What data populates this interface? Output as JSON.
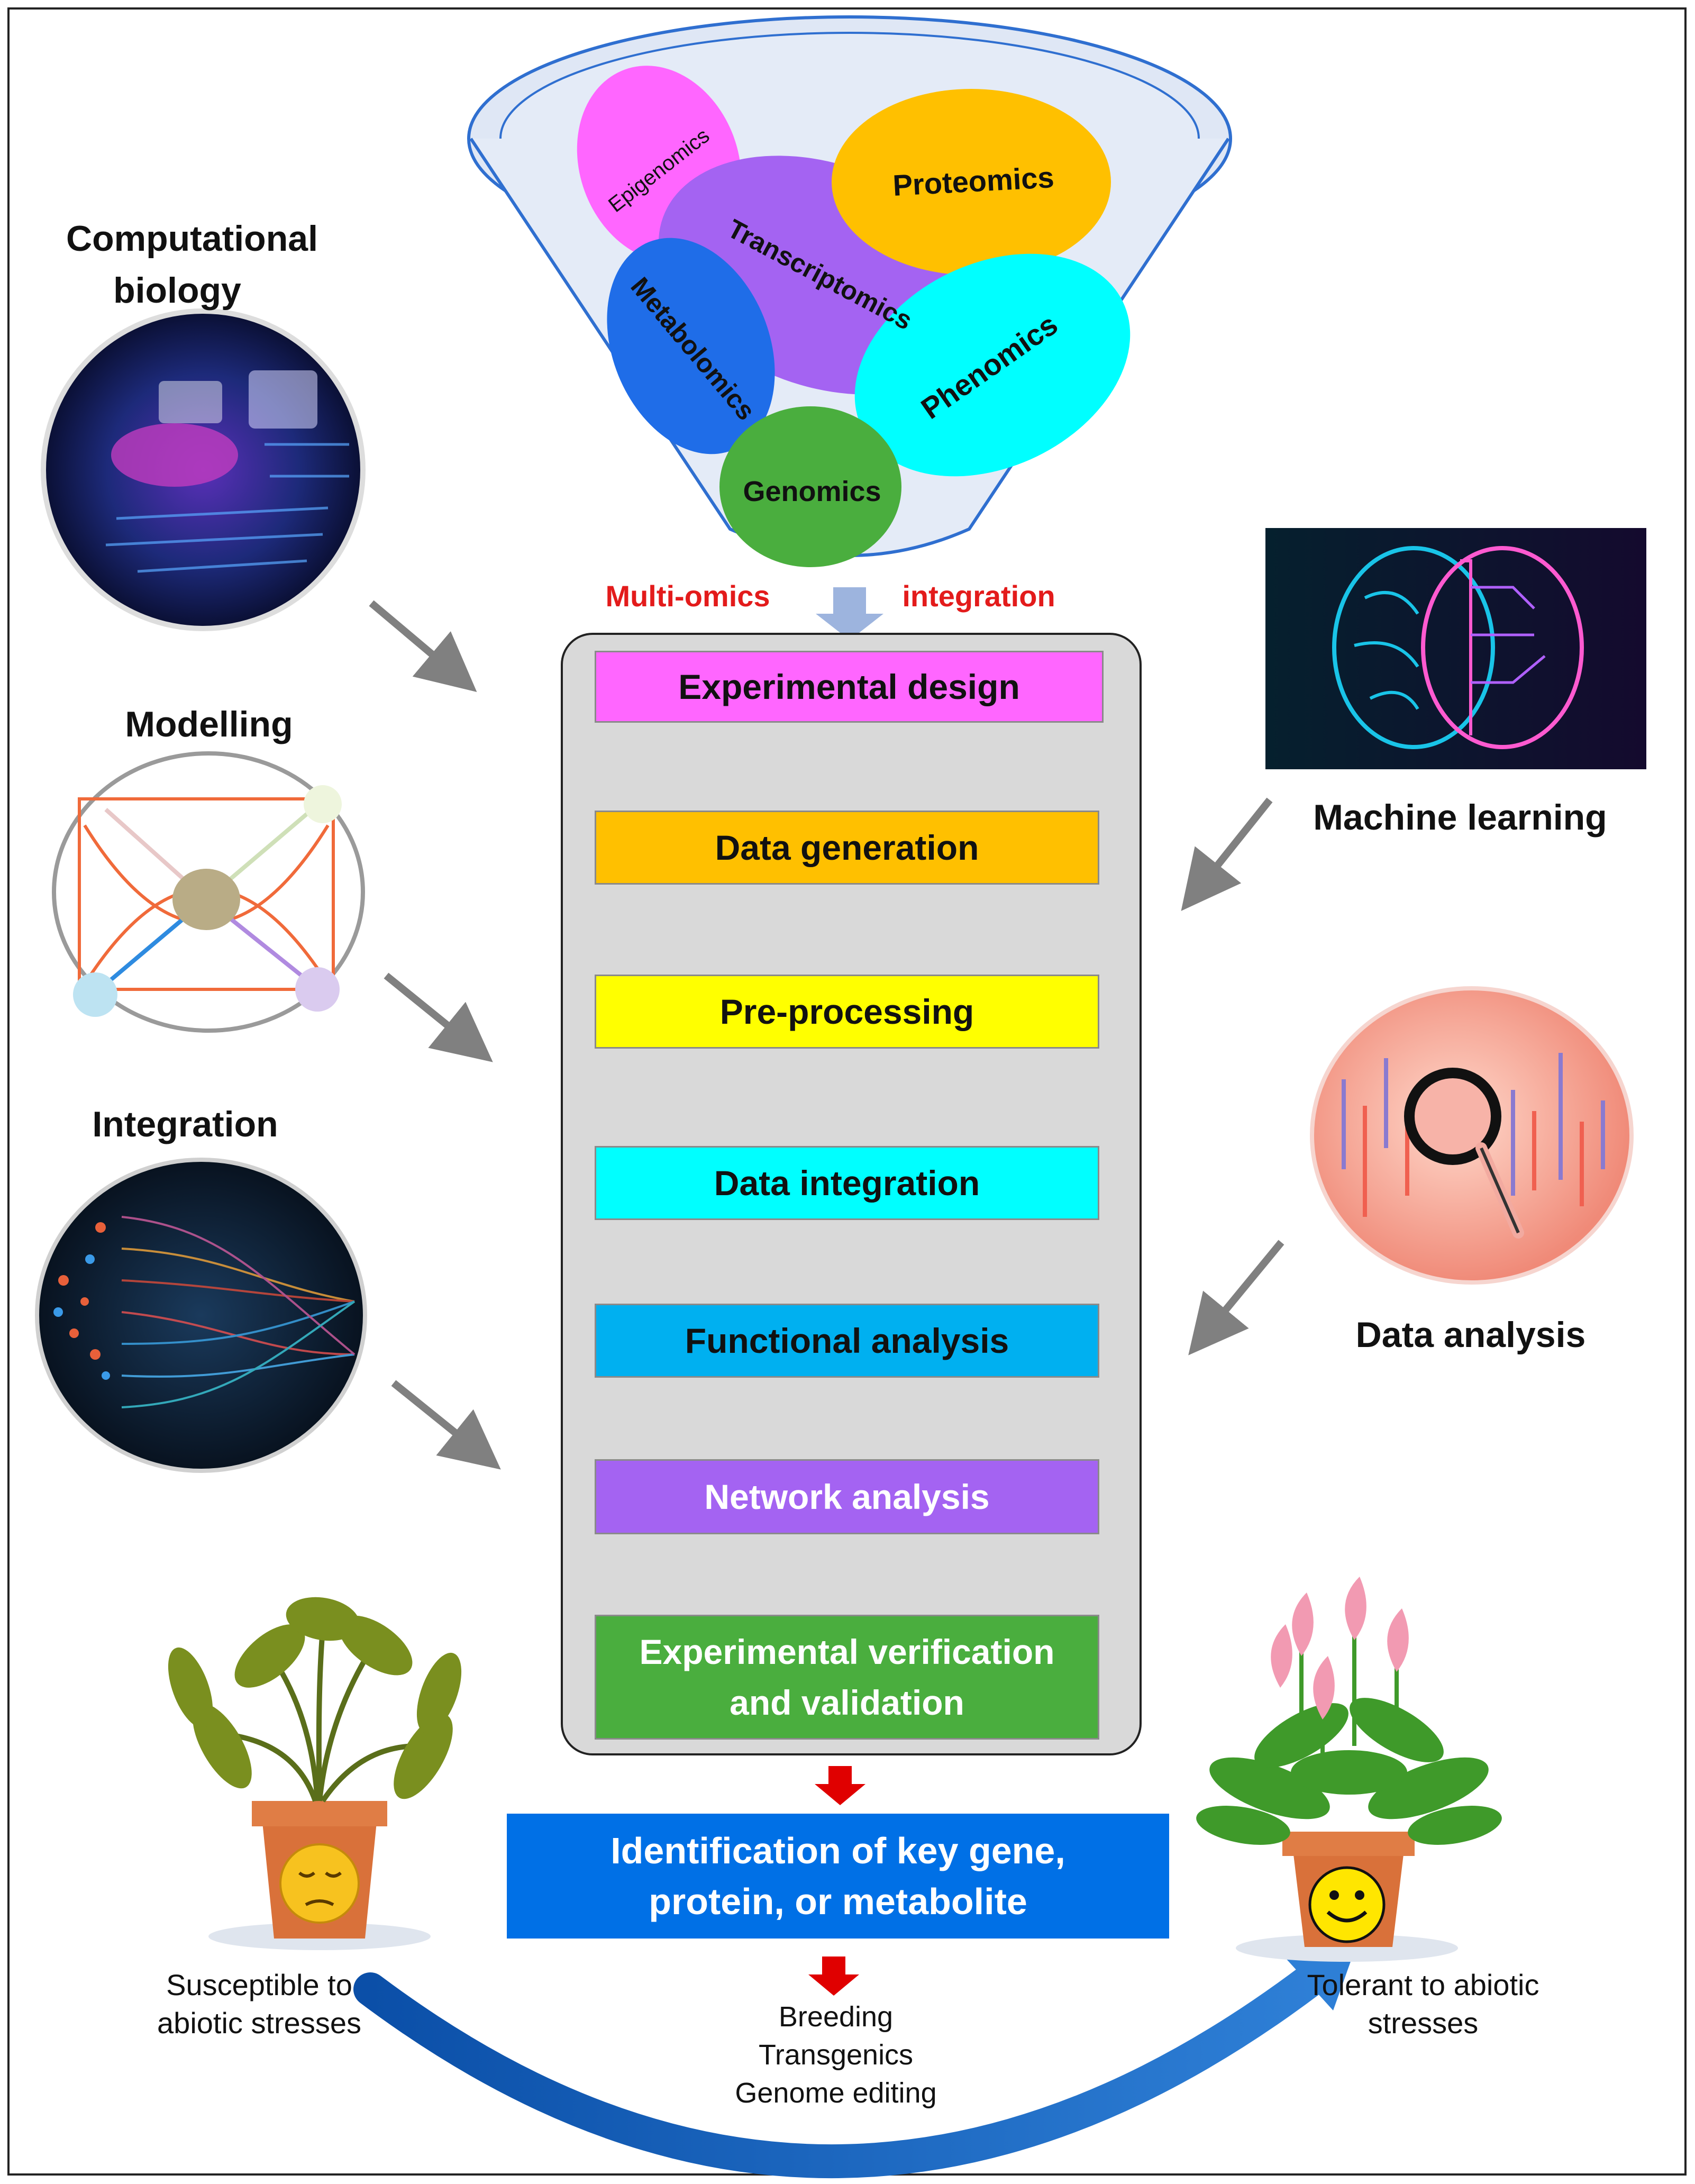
{
  "omics": {
    "epigenomics": "Epigenomics",
    "proteomics": "Proteomics",
    "transcriptomics": "Transcriptomics",
    "metabolomics": "Metabolomics",
    "phenomics": "Phenomics",
    "genomics": "Genomics"
  },
  "integration_label": {
    "left": "Multi-omics",
    "right": "integration"
  },
  "pipeline_steps": [
    {
      "label": "Experimental design",
      "color": "#ff66ff",
      "text_color": "#111111"
    },
    {
      "label": "Data generation",
      "color": "#ffc000",
      "text_color": "#111111"
    },
    {
      "label": "Pre-processing",
      "color": "#ffff00",
      "text_color": "#111111"
    },
    {
      "label": "Data integration",
      "color": "#00ffff",
      "text_color": "#111111"
    },
    {
      "label": "Functional analysis",
      "color": "#00b0f0",
      "text_color": "#111111"
    },
    {
      "label": "Network analysis",
      "color": "#a463f2",
      "text_color": "#ffffff"
    },
    {
      "label": "Experimental verification and validation",
      "color": "#4aae3e",
      "text_color": "#ffffff"
    }
  ],
  "result_box": {
    "label": "Identification of key gene, protein, or metabolite",
    "color": "#0070e6",
    "text_color": "#ffffff"
  },
  "side_topics": {
    "computational_biology": "Computational biology",
    "modelling": "Modelling",
    "integration": "Integration",
    "machine_learning": "Machine learning",
    "data_analysis": "Data analysis"
  },
  "outcomes": {
    "susceptible": "Susceptible to abiotic stresses",
    "tolerant": "Tolerant to abiotic stresses",
    "approaches": [
      "Breeding",
      "Transgenics",
      "Genome editing"
    ]
  }
}
